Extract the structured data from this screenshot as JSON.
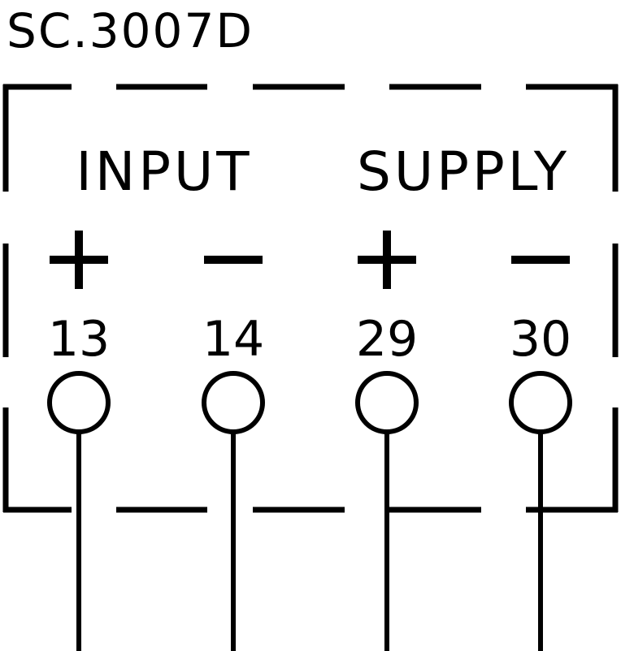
{
  "diagram": {
    "model": "SC.3007D",
    "sections": [
      {
        "label": "INPUT"
      },
      {
        "label": "SUPPLY"
      }
    ],
    "terminals": [
      {
        "number": "13",
        "polarity": "+"
      },
      {
        "number": "14",
        "polarity": "−"
      },
      {
        "number": "29",
        "polarity": "+"
      },
      {
        "number": "30",
        "polarity": "−"
      }
    ]
  },
  "colors": {
    "ink": "#000000",
    "background": "#ffffff"
  }
}
